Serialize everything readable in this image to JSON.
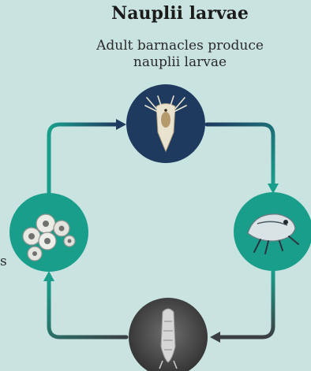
{
  "diagram": {
    "title": "Nauplii larvae",
    "subtitle_line1": "Adult barnacles produce",
    "subtitle_line2": "nauplii larvae",
    "edge_fragment": "s",
    "stages": [
      {
        "id": "nauplius",
        "icon": "nauplius-larva-icon",
        "fill": "#1f3a5f"
      },
      {
        "id": "cyprid",
        "icon": "cyprid-larva-icon",
        "fill": "#1a9e8c"
      },
      {
        "id": "metamorphosis",
        "icon": "juvenile-barnacle-icon",
        "fill": "#3a3a3a"
      },
      {
        "id": "adults",
        "icon": "adult-barnacles-icon",
        "fill": "#1a9e8c"
      }
    ],
    "arrow_colors": {
      "navy": "#1f3a5f",
      "teal": "#1a9e8c",
      "dark": "#3b3f44"
    }
  }
}
